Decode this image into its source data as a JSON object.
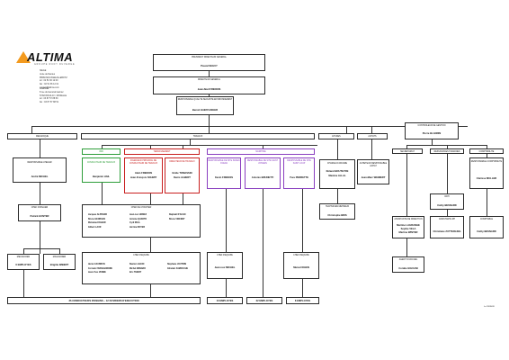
{
  "company": {
    "logo_word": "ALTIMA",
    "logo_tagline": "GROUPE RUDY DUVERGE",
    "address_block_1": [
      "SIEGE",
      "route de Nantes",
      "85580 MOUSSEUILLEBOTZ",
      "tél : 02 51 66 12 00",
      "fax : 02 51 66 12 01",
      "contact@altima.com"
    ],
    "address_block_2": [
      "AGENCE",
      "8 rue du Général Garnier",
      "57320 BOULAY / MOSELLE",
      "tél : 03 87 57 88 50",
      "fax : 03 87 57 88 51"
    ]
  },
  "top": {
    "pdg_title": "PRESIDENT DIRECTEUR GENERAL",
    "pdg_name": "Pascal SEGUY",
    "dg_title": "DIRECTEUR GENERAL",
    "dg_name": "Jean-Noël FRENOIS",
    "qse_title": "RESPONSABLE QUALITE SECURITE ENVIRONNEMENT",
    "qse_name": "Benoit HAEFFLINGER"
  },
  "departments": {
    "mecanique": "MECANIQUE",
    "travaux": "TRAVAUX",
    "etudes": "ETUDES",
    "achats": "ACHATS",
    "controleur_title": "CONTROLEUR DE GESTION",
    "controleur_name": "Pierre BLANDIN"
  },
  "mecanique": {
    "resp_title": "RESPONSABLE ATELIER",
    "resp_name": "André MICHEL",
    "chef_title": "CHEF D'ATELIER",
    "chef_name": "Patrick HUNTER",
    "mecanicien_title": "MECANICIEN",
    "mecanicien_count": "6 EMPLOYES",
    "magasinier_title": "MAGASINIER",
    "magasinier_name": "Brigitte IMBERT"
  },
  "travaux": {
    "vrd": "VRD",
    "terrassement": "TERRASSEMENT",
    "maritime": "MARITIME",
    "vrd_title": "CONDUCTEUR DE TRAVAUX",
    "vrd_name": "Benjamin HAIL",
    "terr_title": "INGENIEUR PRINCIPAL DE CONDUCTEUR DE TRAVAUX",
    "terr_names": [
      "Alain FRENOIS",
      "Jean-François SCHMIT"
    ],
    "dir_title": "DIRECTEUR DE TRAVAUX",
    "dir_names": [
      "Emile TOMASSIN",
      "Denis ALBERT"
    ],
    "mar1_title": "RESPONSABLE DE SITE INDIEN OCEAN",
    "mar1_name": "Kevin FRENOIS",
    "mar2_title": "RESPONSABLE DE SITE SAINT JOSSEIN",
    "mar2_name": "Antonio BRUNETTI",
    "mar3_title": "RESPONSABLE DE SITE SAINT LOUP",
    "mar3_name": "Yves PERRETTE",
    "chefs_chantier_title": "CHEF DE CHANTIER",
    "chefs_chantier_col1": [
      "Jacques ALPRAND",
      "Bruno GEORGES",
      "Mohamed DAHER",
      "Gilbert LAUR"
    ],
    "chefs_chantier_col2": [
      "Jean-Luc HOMEZ",
      "Antoine QUARTO",
      "Cyril RIGA",
      "Jérôme ROYER"
    ],
    "chefs_chantier_col3": [
      "Raphaël D'ACHO",
      "Bruno VINCENT"
    ],
    "chefs_equipe_title": "CHEF D'EQUIPE",
    "chefs_equipe_col1": [
      "Hervé CAUBRUN",
      "Corrado FRANGIAMORE",
      "Jean-Yves VENNE"
    ],
    "chefs_equipe_col2": [
      "Bastie LAGUIO",
      "Michel MENARD",
      "Eric THIERY"
    ],
    "chefs_equipe_col3": [
      "Stéphane VAUTRIN",
      "Ghislain ZAMOUCHE"
    ],
    "chef_equipe_left_title": "CHEF D'EQUIPE",
    "chef_equipe_left_name": "Jean-Luc MICHEL",
    "chef_equipe_right_title": "CHEF D'EQUIPE",
    "chef_equipe_right_name": "Marcel IKHEN",
    "count_left": "10 EMPLOYES",
    "count_mid": "22 EMPLOYES",
    "count_right": "8 EMPLOYES",
    "bottom_total": "36 CONDUCTEURS D'ENGINS – 12 OUVRIERS D'EXECUTION"
  },
  "etudes": {
    "chef_title": "CHARGE D'AFFAIRE",
    "chef_names": [
      "Roland BOUTEYRE",
      "Maxime ALLAL"
    ],
    "tech_title": "TECHNICIEN METREUR",
    "tech_name": "Christophe BRIS"
  },
  "achats": {
    "title": "ACHETEUR RESPONSABLE ACHAT",
    "name": "Jean-Marc WEIMERT"
  },
  "admin": {
    "secretariat": "SECRETARIAT",
    "rh": "RESSOURCES HUMAINES",
    "comptabilite": "COMPTABILITE",
    "compta_resp_title": "RESPONSABLE COMPTABILITE",
    "compta_resp_name": "Clarisse MULLER",
    "rh_name": "Cathy BESNARD",
    "assist_title": "ASSISTANTE DE DIRECTION",
    "assist_names": [
      "Martine LAGRANGE",
      "Sophie VELA",
      "Martine WINTER"
    ],
    "rh_assist_title": "ASSISTANTE RH",
    "rh_assist_name": "Christiane ZUTTERLING",
    "accueil_title": "AGENT D'ACCUEIL",
    "accueil_name": "Coralie GIGUANI",
    "compt_title": "COMPTABLE",
    "compt_name": "Cathy BESNARD",
    "date": "Le 19/05/09"
  },
  "colors": {
    "vrd": "#2e9e3a",
    "terrassement": "#c81e1e",
    "maritime": "#8a3fc0",
    "logo_orange": "#f39a1e"
  }
}
